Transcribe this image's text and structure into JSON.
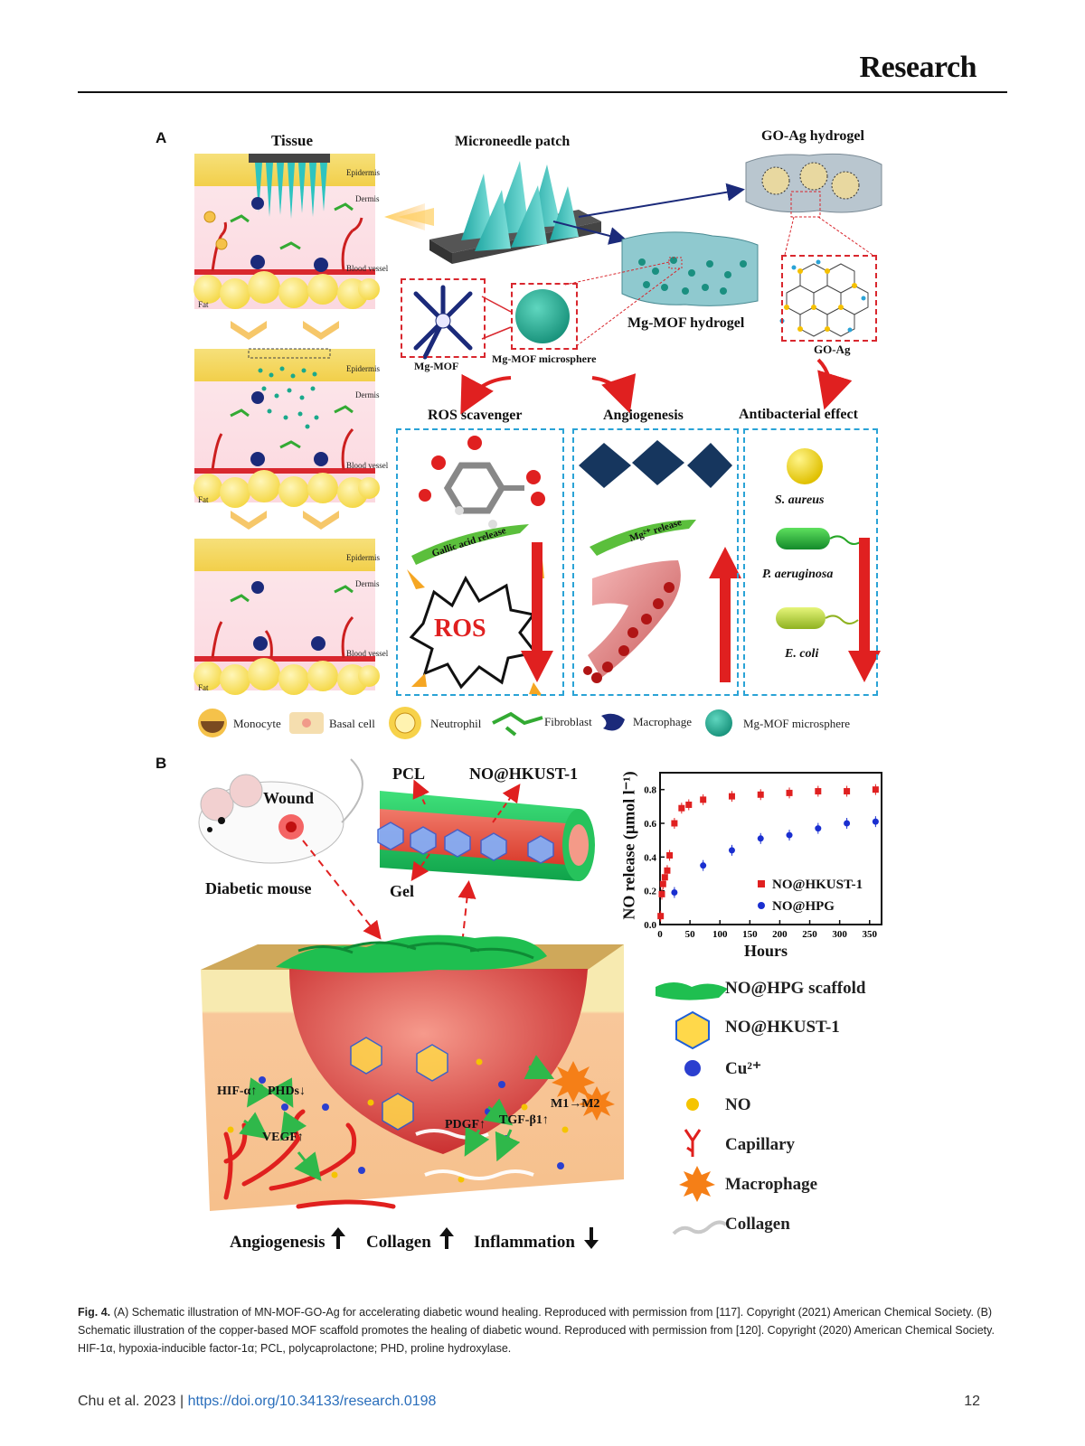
{
  "header": {
    "journal": "Research"
  },
  "panel_a": {
    "letter": "A",
    "tissue_title": "Tissue",
    "layers": {
      "epidermis": "Epidermis",
      "dermis": "Dermis",
      "blood_vessel": "Blood vessel",
      "fat": "Fat"
    },
    "microneedle_title": "Microneedle patch",
    "goag_hydrogel_title": "GO-Ag hydrogel",
    "mgmof_hydrogel_title": "Mg-MOF hydrogel",
    "mgmof_label": "Mg-MOF",
    "mgmof_microsphere_label": "Mg-MOF microsphere",
    "goag_label": "GO-Ag",
    "effects": {
      "ros_title": "ROS scavenger",
      "angio_title": "Angiogenesis",
      "antibac_title": "Antibacterial effect",
      "gallic": "Gallic acid release",
      "ros": "ROS",
      "mg_release": "Mg²⁺ release",
      "s_aureus": "S. aureus",
      "p_aeruginosa": "P. aeruginosa",
      "e_coli": "E. coli"
    },
    "legend": [
      "Monocyte",
      "Basal cell",
      "Neutrophil",
      "Fibroblast",
      "Macrophage",
      "Mg-MOF microsphere"
    ]
  },
  "panel_b": {
    "letter": "B",
    "wound": "Wound",
    "diabetic_mouse": "Diabetic mouse",
    "pcl": "PCL",
    "no_hkust_top": "NO@HKUST-1",
    "gel": "Gel",
    "wound_labels": {
      "hif": "HIF-α↑",
      "phds": "PHDs↓",
      "vegf": "VEGF↑",
      "pdgf": "PDGF↑",
      "tgf": "TGF-β1↑",
      "m1m2": "M1→M2"
    },
    "outcomes": [
      "Angiogenesis",
      "Collagen",
      "Inflammation"
    ],
    "legend": [
      "NO@HPG scaffold",
      "NO@HKUST-1",
      "Cu²⁺",
      "NO",
      "Capillary",
      "Macrophage",
      "Collagen"
    ]
  },
  "chart_data": {
    "type": "scatter",
    "xlabel": "Hours",
    "ylabel": "NO release (μmol l⁻¹)",
    "xlim": [
      0,
      370
    ],
    "ylim": [
      0,
      0.9
    ],
    "xticks": [
      0,
      50,
      100,
      150,
      200,
      250,
      300,
      350
    ],
    "yticks": [
      0.0,
      0.2,
      0.4,
      0.6,
      0.8
    ],
    "legend_position": "lower-right",
    "series": [
      {
        "name": "NO@HKUST-1",
        "color": "#e02020",
        "marker": "square",
        "x": [
          1,
          3,
          5,
          8,
          12,
          16,
          24,
          36,
          48,
          72,
          120,
          168,
          216,
          264,
          312,
          360
        ],
        "y": [
          0.05,
          0.18,
          0.24,
          0.28,
          0.32,
          0.41,
          0.6,
          0.69,
          0.71,
          0.74,
          0.76,
          0.77,
          0.78,
          0.79,
          0.79,
          0.8
        ]
      },
      {
        "name": "NO@HPG",
        "color": "#1a2fd0",
        "marker": "circle",
        "x": [
          24,
          72,
          120,
          168,
          216,
          264,
          312,
          360
        ],
        "y": [
          0.19,
          0.35,
          0.44,
          0.51,
          0.53,
          0.57,
          0.6,
          0.61
        ]
      }
    ]
  },
  "caption": {
    "label": "Fig. 4.",
    "text": "(A) Schematic illustration of MN-MOF-GO-Ag for accelerating diabetic wound healing. Reproduced with permission from [117]. Copyright (2021) American Chemical Society. (B) Schematic illustration of the copper-based MOF scaffold promotes the healing of diabetic wound. Reproduced with permission from [120]. Copyright (2020) American Chemical Society. HIF-1α, hypoxia-inducible factor-1α; PCL, polycaprolactone; PHD, proline hydroxylase."
  },
  "footer": {
    "citation": "Chu et al. 2023 | ",
    "doi": "https://doi.org/10.34133/research.0198",
    "page": "12"
  }
}
